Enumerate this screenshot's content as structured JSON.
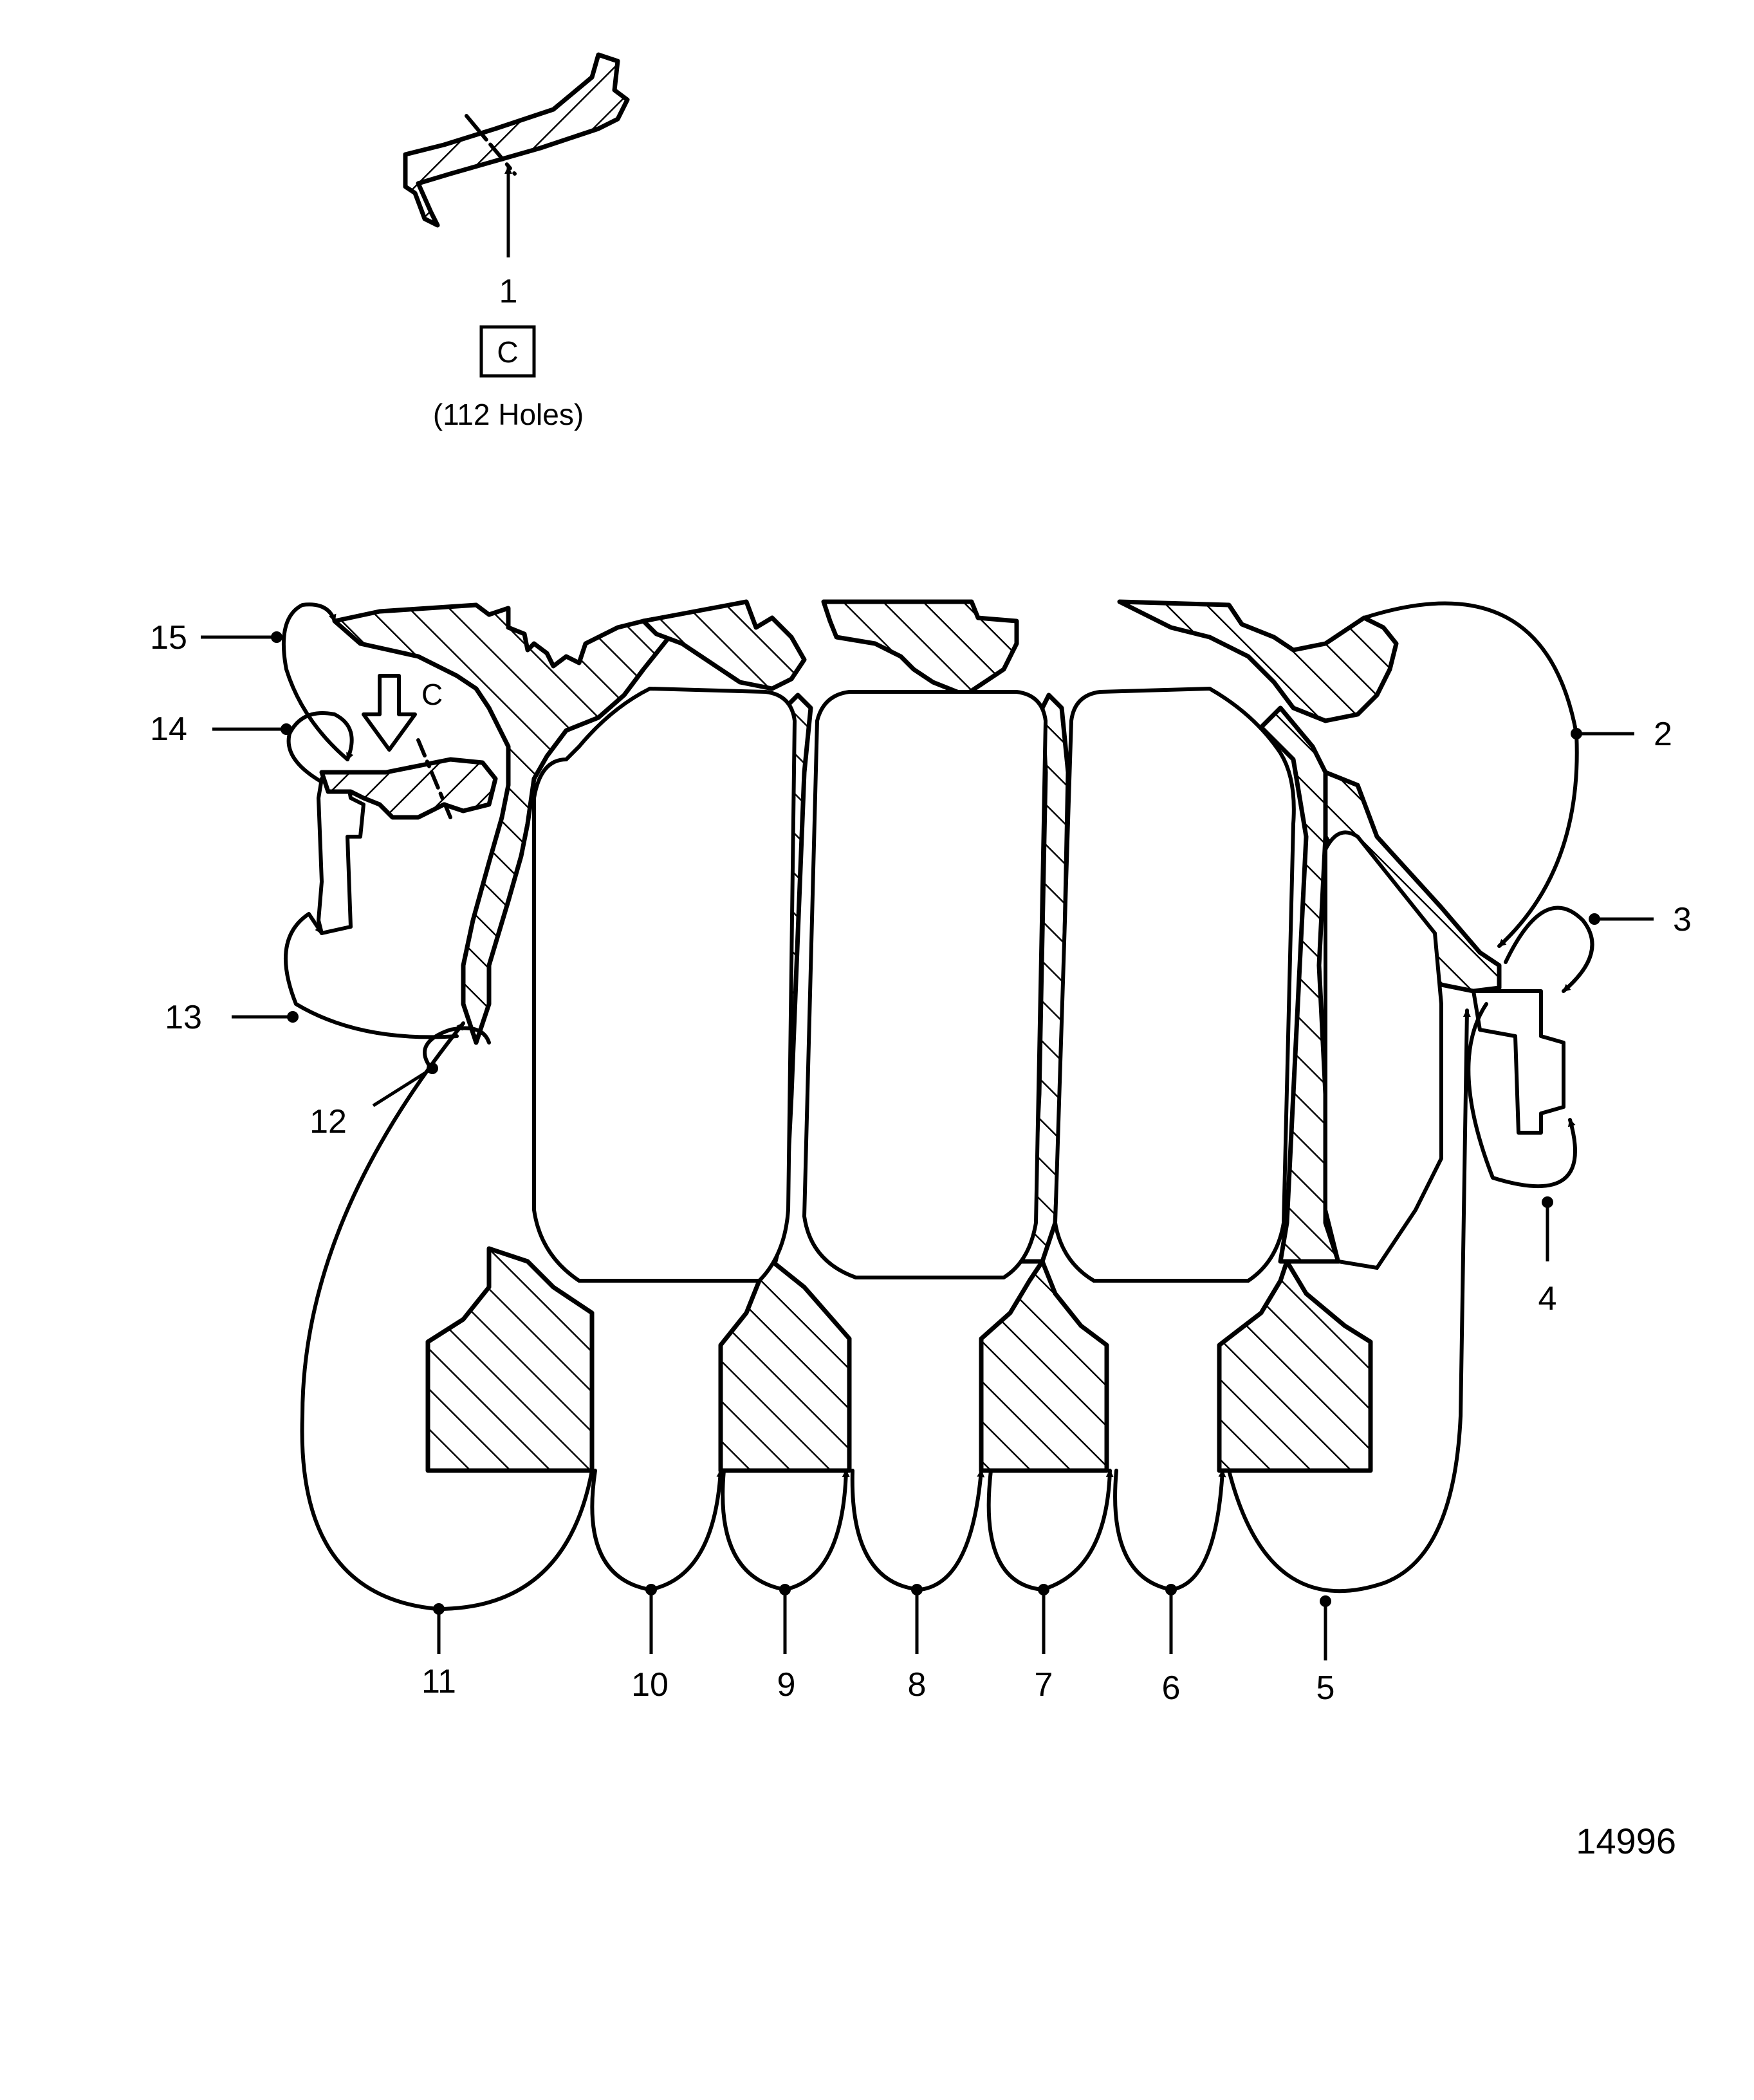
{
  "detail": {
    "item": "1",
    "view_letter": "C",
    "holes_note": "(112 Holes)"
  },
  "section_view_letter": "C",
  "callouts": [
    "1",
    "2",
    "3",
    "4",
    "5",
    "6",
    "7",
    "8",
    "9",
    "10",
    "11",
    "12",
    "13",
    "14",
    "15"
  ],
  "figure_number": "14996"
}
